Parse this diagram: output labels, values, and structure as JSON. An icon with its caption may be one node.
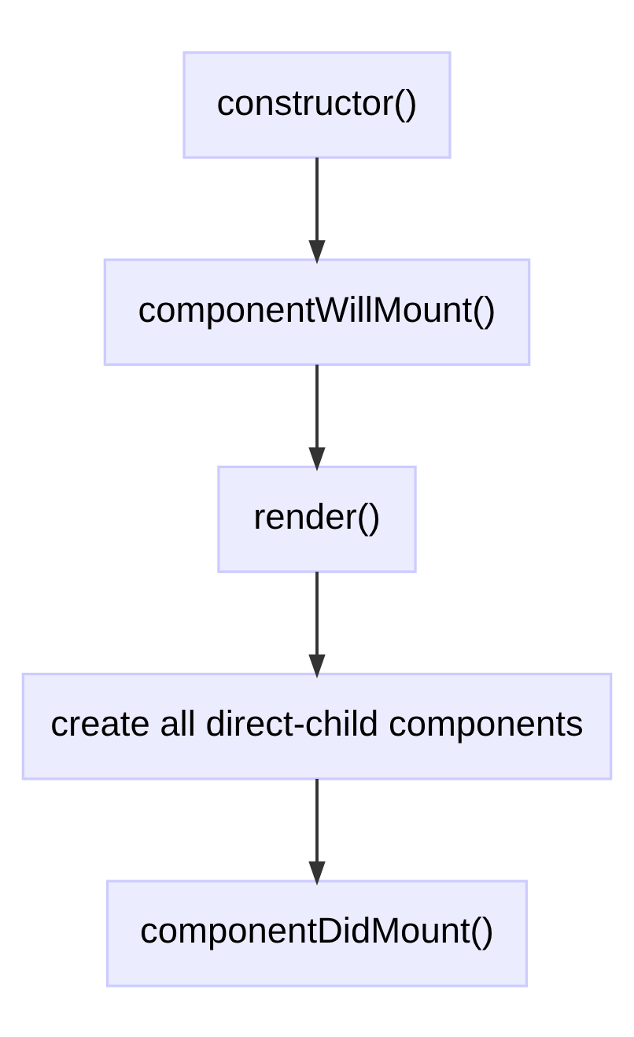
{
  "diagram": {
    "nodes": [
      {
        "text": [
          "constructor()"
        ]
      },
      {
        "text": [
          "componentWillMount()"
        ]
      },
      {
        "text": [
          "render()"
        ]
      },
      {
        "text": [
          "create all direct-child components"
        ]
      },
      {
        "text": [
          "componentDidMount()"
        ]
      }
    ],
    "edges": [
      {
        "from": 0,
        "to": 1,
        "arrow": "to"
      },
      {
        "from": 1,
        "to": 2,
        "arrow": "to"
      },
      {
        "from": 2,
        "to": 3,
        "arrow": "to"
      },
      {
        "from": 3,
        "to": 4,
        "arrow": "to"
      }
    ]
  }
}
